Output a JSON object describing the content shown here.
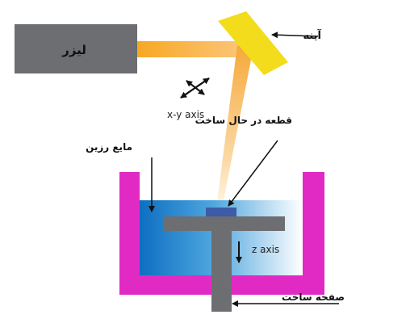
{
  "labels": {
    "laser": "لیزر",
    "mirror": "آینه",
    "xy_axis": "x-y axis",
    "part_in_progress": "قطعه در حال ساخت",
    "liquid_resin": "مایع رزین",
    "z_axis": "z axis",
    "build_plate": "صفحه ساخت"
  },
  "colors": {
    "laser_box": "#6d6e71",
    "beam": "#f7a823",
    "mirror": "#f2dc1c",
    "vat": "#e12ac4",
    "resin_deep": "#1273c3",
    "platform": "#6d6e71",
    "part": "#3d5ba6",
    "arrow": "#111111"
  },
  "icons": {
    "xy_axis": "double-headed-cross-arrow-icon",
    "z_axis": "down-arrow-icon"
  }
}
